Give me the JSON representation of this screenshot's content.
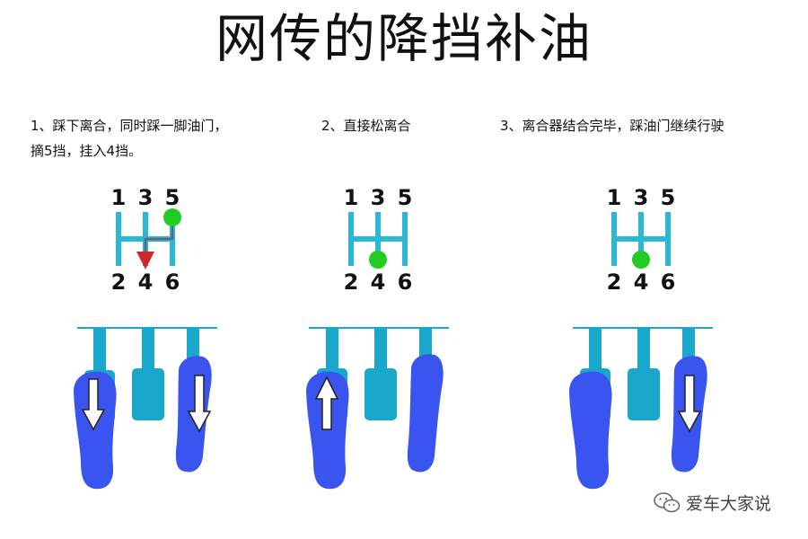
{
  "title": "网传的降挡补油",
  "steps": [
    {
      "line1": "1、踩下离合，同时踩一脚油门，",
      "line2": "摘5挡，挂入4挡。"
    },
    {
      "line1": "2、直接松离合",
      "line2": ""
    },
    {
      "line1": "3、离合器结合完毕，踩油门继续行驶",
      "line2": ""
    }
  ],
  "gear_labels": {
    "top": [
      "1",
      "3",
      "5"
    ],
    "bottom": [
      "2",
      "4",
      "6"
    ]
  },
  "watermark": "爱车大家说",
  "colors": {
    "shift_gate": "#2bb8d6",
    "knob": "#22cc22",
    "pedal": "#1aa7cc",
    "foot": "#3a55ef",
    "path_line": "#5a6878",
    "path_arrow": "#cc2a2a",
    "arrow_fill": "#ffffff",
    "arrow_stroke": "#222222"
  },
  "icons": {
    "down_arrow": "down-arrow-icon",
    "up_arrow": "up-arrow-icon",
    "watermark_logo": "wechat-logo-icon"
  }
}
